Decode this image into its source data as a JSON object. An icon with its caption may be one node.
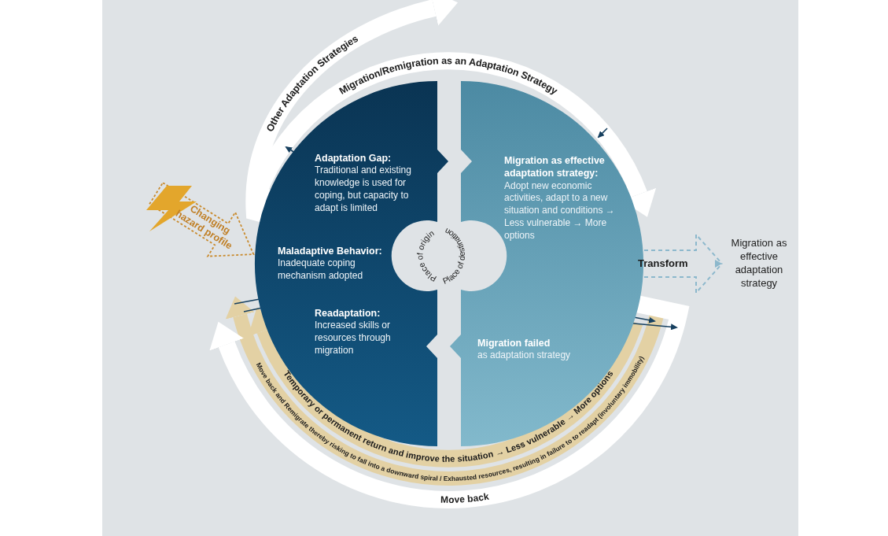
{
  "diagram": {
    "nodes": [
      {
        "text": [
          "Place of origin"
        ]
      },
      {
        "text": [
          "Adaptation Gap:",
          "Traditional and existing knowledge is used for coping, but capacity to adapt is limited"
        ],
        "in": 0
      },
      {
        "text": [
          "Maladaptive Behavior:",
          "Inadequate coping mechanism adopted"
        ],
        "in": 0
      },
      {
        "text": [
          "Readaptation:",
          "Increased skills or resources through migration"
        ],
        "in": 0
      },
      {
        "text": [
          "Place of destination"
        ]
      },
      {
        "text": [
          "Migration as effective adaptation strategy:",
          "Adopt new economic activities, adapt to a new situation and conditions → Less vulnerable → More options"
        ],
        "in": 4
      },
      {
        "text": [
          "Migration failed",
          "as adaptation strategy"
        ],
        "in": 4
      },
      {
        "text": [
          "Changing hazard profile"
        ]
      },
      {
        "text": [
          "Migration as effective adaptation strategy"
        ]
      }
    ],
    "edges": [
      {
        "from": 0,
        "to": 4,
        "arrow": "to",
        "label": "Migration/Remigration as an Adaptation Strategy"
      },
      {
        "from": 0,
        "to": null,
        "arrow": "to",
        "label": "Other Adaptation Strategies"
      },
      {
        "from": 4,
        "to": 8,
        "arrow": "to",
        "label": "Transform",
        "style": "dashed",
        "color": "#8cb8cc"
      },
      {
        "from": 4,
        "to": 0,
        "arrow": "to",
        "label": "Temporary or permanent return and improve the situation → Less vulnerable → More options",
        "color": "#e3d1a4"
      },
      {
        "from": 4,
        "to": 0,
        "arrow": "to",
        "label": "Move back and Remigrate thereby risking to fall into a downward spiral / Exhausted resources, resulting in failure to to readapt (involuntary immobility)",
        "color": "#e3d1a4"
      },
      {
        "from": 4,
        "to": 0,
        "arrow": "to",
        "label": "Move back"
      }
    ]
  }
}
